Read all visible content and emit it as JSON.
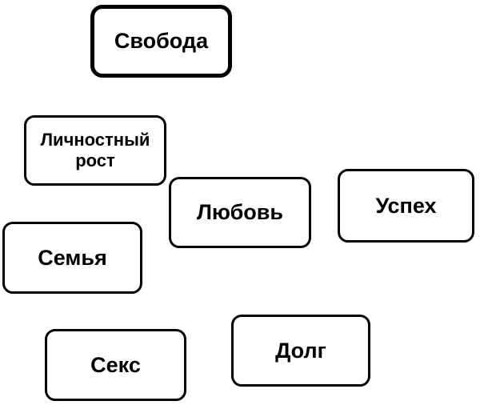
{
  "page": {
    "background_color": "#ffffff"
  },
  "diagram": {
    "node_fill_color": "#ffffff",
    "node_border_color": "#000000",
    "node_text_color": "#000000",
    "nodes": [
      {
        "id": "svoboda",
        "label": "Свобода",
        "emphasized": true
      },
      {
        "id": "lichnostny-rost",
        "label": "Личностный\nрост",
        "emphasized": false
      },
      {
        "id": "lyubov",
        "label": "Любовь",
        "emphasized": false
      },
      {
        "id": "uspekh",
        "label": "Успех",
        "emphasized": false
      },
      {
        "id": "semya",
        "label": "Семья",
        "emphasized": false
      },
      {
        "id": "seks",
        "label": "Секс",
        "emphasized": false
      },
      {
        "id": "dolg",
        "label": "Долг",
        "emphasized": false
      }
    ]
  }
}
